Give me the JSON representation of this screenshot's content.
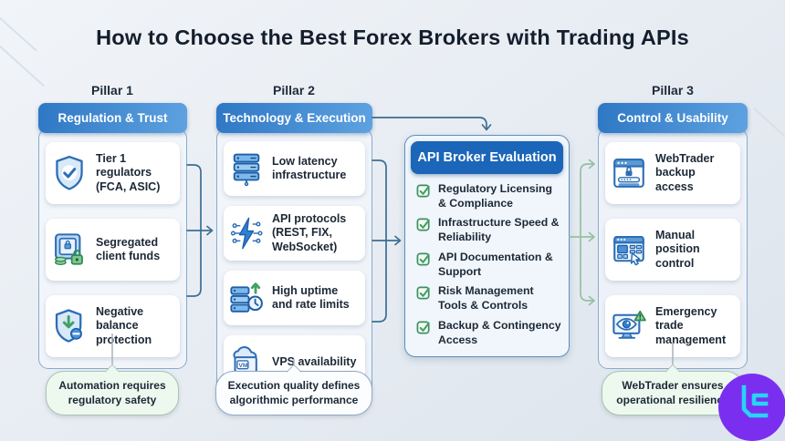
{
  "title": "How to Choose the Best Forex Brokers with Trading APIs",
  "colors": {
    "background": "#e8edf3",
    "pillar_header_gradient_start": "#2e77c4",
    "pillar_header_gradient_end": "#5ea2e0",
    "evaluation_header_bg": "#1b66b8",
    "connector_blue": "#3c6e93",
    "connector_green": "#97bfa2",
    "callout_green_bg": "#edf9ef",
    "callout_white_bg": "#fbfdff",
    "check_green": "#3f8f5f",
    "logo_purple": "#7a2ff0",
    "logo_cyan": "#27d4f6"
  },
  "pillars": [
    {
      "label": "Pillar 1",
      "header": "Regulation & Trust",
      "items": [
        {
          "icon": "shield-check-icon",
          "text": "Tier 1 regulators (FCA, ASIC)"
        },
        {
          "icon": "vault-funds-icon",
          "text": "Segregated client funds"
        },
        {
          "icon": "shield-minus-icon",
          "text": "Negative balance protection"
        }
      ],
      "callout": "Automation requires regulatory safety"
    },
    {
      "label": "Pillar 2",
      "header": "Technology & Execution",
      "items": [
        {
          "icon": "server-stack-icon",
          "text": "Low latency infrastructure"
        },
        {
          "icon": "api-lightning-icon",
          "text": "API protocols (REST, FIX, WebSocket)"
        },
        {
          "icon": "uptime-clock-icon",
          "text": "High uptime and rate limits"
        },
        {
          "icon": "cloud-vm-icon",
          "text": "VPS availability",
          "icon_label": "VM"
        }
      ],
      "callout": "Execution quality defines algorithmic performance"
    },
    {
      "label": "Pillar 3",
      "header": "Control & Usability",
      "items": [
        {
          "icon": "webtrader-lock-icon",
          "text": "WebTrader backup access"
        },
        {
          "icon": "manual-control-icon",
          "text": "Manual position control"
        },
        {
          "icon": "emergency-monitor-icon",
          "text": "Emergency trade management"
        }
      ],
      "callout": "WebTrader ensures operational resilience"
    }
  ],
  "evaluation": {
    "header": "API Broker Evaluation",
    "items": [
      "Regulatory Licensing & Compliance",
      "Infrastructure Speed & Reliability",
      "API Documentation & Support",
      "Risk Management Tools & Controls",
      "Backup & Contingency Access"
    ]
  }
}
